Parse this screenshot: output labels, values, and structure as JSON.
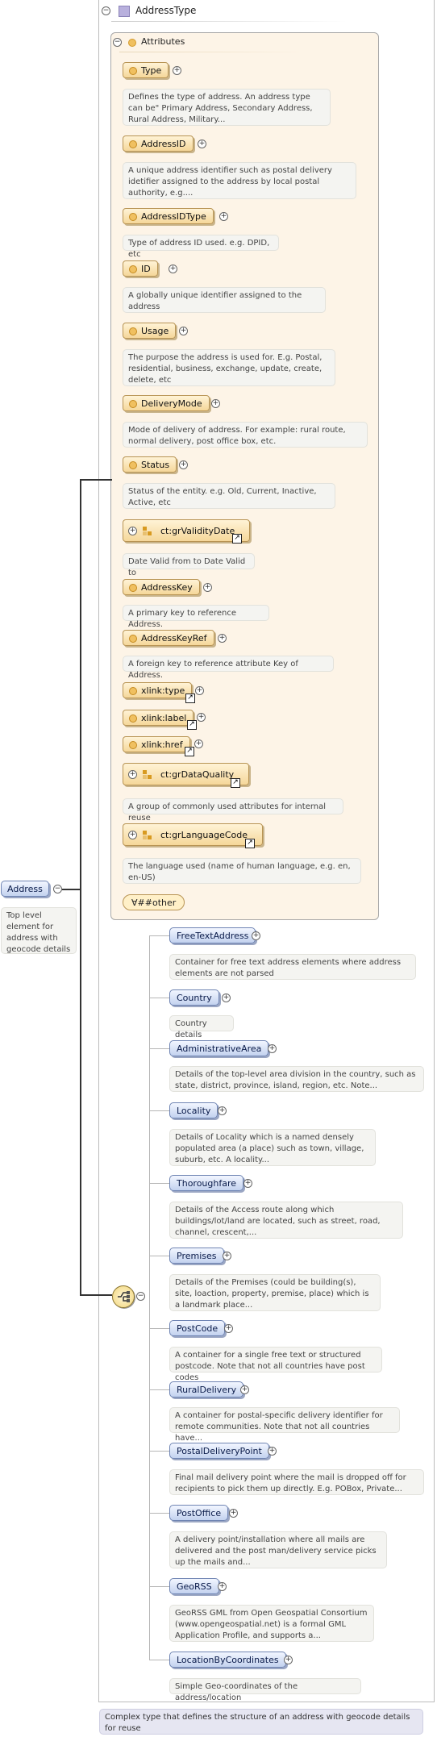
{
  "complex_type": {
    "name": "AddressType",
    "description": "Complex type that defines the structure of an address with geocode details for reuse"
  },
  "root_element": {
    "name": "Address",
    "description": "Top level element for address with geocode details"
  },
  "attributes_header": "Attributes",
  "attributes": [
    {
      "name": "Type",
      "description": "Defines the type of address. An address type can be\" Primary Address, Secondary Address, Rural Address, Military..."
    },
    {
      "name": "AddressID",
      "description": "A unique address identifier such as postal delivery idetifier assigned to the address by local postal authority, e.g...."
    },
    {
      "name": "AddressIDType",
      "description": "Type of address ID used. e.g. DPID, etc"
    },
    {
      "name": "ID",
      "description": "A globally unique identifier assigned to the address"
    },
    {
      "name": "Usage",
      "description": "The purpose the address is used for. E.g. Postal, residential, business, exchange, update, create, delete, etc"
    },
    {
      "name": "DeliveryMode",
      "description": "Mode of delivery of address. For example: rural route, normal delivery, post office box, etc."
    },
    {
      "name": "Status",
      "description": "Status of the entity. e.g. Old, Current, Inactive, Active, etc"
    },
    {
      "name": "ct:grValidityDate",
      "description": "Date Valid from to Date Valid to"
    },
    {
      "name": "AddressKey",
      "description": "A primary key to reference Address."
    },
    {
      "name": "AddressKeyRef",
      "description": "A foreign key to reference attribute Key of Address."
    },
    {
      "name": "xlink:type"
    },
    {
      "name": "xlink:label"
    },
    {
      "name": "xlink:href"
    },
    {
      "name": "ct:grDataQuality",
      "description": "A group of commonly used attributes for internal reuse"
    },
    {
      "name": "ct:grLanguageCode",
      "description": "The language used (name of human language, e.g. en, en-US)"
    }
  ],
  "any_attribute": "##other",
  "elements": [
    {
      "name": "FreeTextAddress",
      "description": "Container for free text address elements where address elements are not parsed"
    },
    {
      "name": "Country",
      "description": "Country details"
    },
    {
      "name": "AdministrativeArea",
      "description": "Details of the top-level area division in the country, such as state, district, province, island, region, etc. Note..."
    },
    {
      "name": "Locality",
      "description": "Details of Locality which is a named densely populated area (a place) such as town, village, suburb, etc. A locality..."
    },
    {
      "name": "Thoroughfare",
      "description": "Details of the Access route along which buildings/lot/land are located, such as street, road, channel, crescent,..."
    },
    {
      "name": "Premises",
      "description": "Details of the Premises (could be building(s), site, loaction, property, premise, place) which is a landmark place..."
    },
    {
      "name": "PostCode",
      "description": "A container for a single free text or structured postcode. Note that not all countries have post codes"
    },
    {
      "name": "RuralDelivery",
      "description": "A container for postal-specific delivery identifier for remote communities. Note that not all countries have..."
    },
    {
      "name": "PostalDeliveryPoint",
      "description": "Final mail delivery point where the mail is dropped off for recipients to pick them up directly. E.g. POBox, Private..."
    },
    {
      "name": "PostOffice",
      "description": "A delivery point/installation where all mails are delivered and the post man/delivery service picks up the mails and..."
    },
    {
      "name": "GeoRSS",
      "description": "GeoRSS GML from Open Geospatial Consortium (www.opengeospatial.net) is a formal GML Application Profile, and supports a..."
    },
    {
      "name": "LocationByCoordinates",
      "description": "Simple Geo-coordinates of the address/location"
    }
  ]
}
